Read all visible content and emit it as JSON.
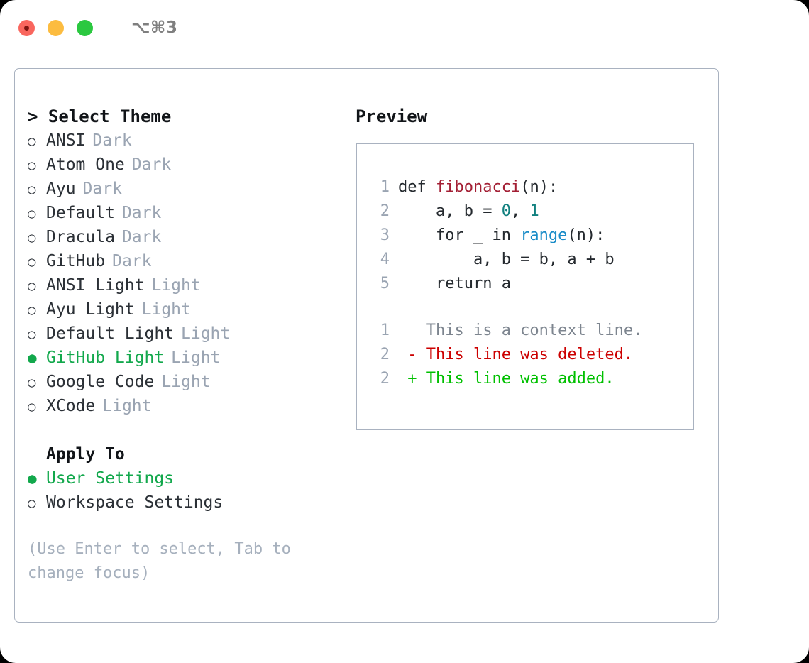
{
  "titlebar": {
    "shortcut": "⌥⌘3",
    "buttons": [
      "close",
      "minimize",
      "maximize"
    ]
  },
  "theme_picker": {
    "heading": "Select Theme",
    "caret": ">",
    "marker_unselected": "○",
    "marker_selected": "●",
    "options": [
      {
        "label": "ANSI",
        "variant": "Dark",
        "selected": false
      },
      {
        "label": "Atom One",
        "variant": "Dark",
        "selected": false
      },
      {
        "label": "Ayu",
        "variant": "Dark",
        "selected": false
      },
      {
        "label": "Default",
        "variant": "Dark",
        "selected": false
      },
      {
        "label": "Dracula",
        "variant": "Dark",
        "selected": false
      },
      {
        "label": "GitHub",
        "variant": "Dark",
        "selected": false
      },
      {
        "label": "ANSI Light",
        "variant": "Light",
        "selected": false
      },
      {
        "label": "Ayu Light",
        "variant": "Light",
        "selected": false
      },
      {
        "label": "Default Light",
        "variant": "Light",
        "selected": false
      },
      {
        "label": "GitHub Light",
        "variant": "Light",
        "selected": true
      },
      {
        "label": "Google Code",
        "variant": "Light",
        "selected": false
      },
      {
        "label": "XCode",
        "variant": "Light",
        "selected": false
      }
    ]
  },
  "apply_to": {
    "heading": "Apply To",
    "options": [
      {
        "label": "User Settings",
        "selected": true
      },
      {
        "label": "Workspace Settings",
        "selected": false
      }
    ]
  },
  "hint": {
    "line1": "(Use Enter to select, Tab to",
    "line2": "change focus)"
  },
  "preview": {
    "title": "Preview",
    "code_lines": [
      {
        "n": "1",
        "tokens": [
          {
            "t": "def ",
            "c": "plain"
          },
          {
            "t": "fibonacci",
            "c": "fn"
          },
          {
            "t": "(n):",
            "c": "plain"
          }
        ]
      },
      {
        "n": "2",
        "tokens": [
          {
            "t": "    a, b = ",
            "c": "plain"
          },
          {
            "t": "0",
            "c": "num"
          },
          {
            "t": ", ",
            "c": "plain"
          },
          {
            "t": "1",
            "c": "num"
          }
        ]
      },
      {
        "n": "3",
        "tokens": [
          {
            "t": "    for _ in ",
            "c": "plain"
          },
          {
            "t": "range",
            "c": "call"
          },
          {
            "t": "(n):",
            "c": "plain"
          }
        ]
      },
      {
        "n": "4",
        "tokens": [
          {
            "t": "        a, b = b, a + b",
            "c": "plain"
          }
        ]
      },
      {
        "n": "5",
        "tokens": [
          {
            "t": "    return a",
            "c": "plain"
          }
        ]
      }
    ],
    "diff_lines": [
      {
        "n": "1",
        "sign": " ",
        "text": "This is a context line.",
        "kind": "ctx"
      },
      {
        "n": "2",
        "sign": "-",
        "text": "This line was deleted.",
        "kind": "del"
      },
      {
        "n": "2",
        "sign": "+",
        "text": "This line was added.",
        "kind": "add"
      }
    ]
  },
  "colors": {
    "selected_green": "#12a84c",
    "variant_gray": "#9aa4b2",
    "border": "#a9b2c0",
    "diff_add": "#00c000",
    "diff_del": "#cc0000",
    "token_fn": "#a31f34",
    "token_num": "#11807f",
    "token_call": "#1a8cc8"
  }
}
